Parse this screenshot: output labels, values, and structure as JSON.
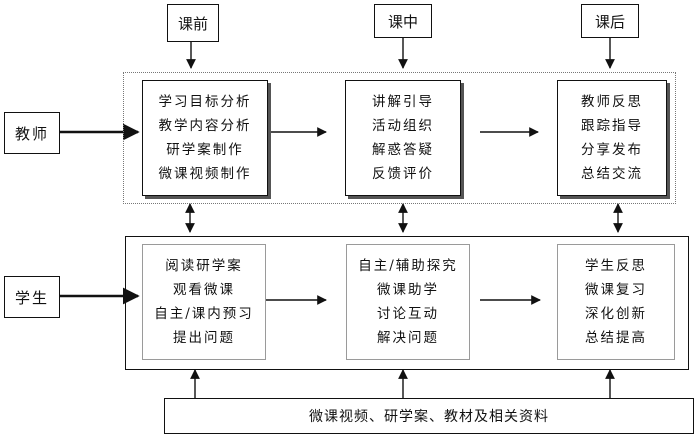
{
  "stages": [
    "课前",
    "课中",
    "课后"
  ],
  "roles": {
    "teacher": "教师",
    "student": "学生"
  },
  "teacher_boxes": [
    {
      "lines": [
        "学习目标分析",
        "教学内容分析",
        "研学案制作",
        "微课视频制作"
      ]
    },
    {
      "lines": [
        "讲解引导",
        "活动组织",
        "解惑答疑",
        "反馈评价"
      ]
    },
    {
      "lines": [
        "教师反思",
        "跟踪指导",
        "分享发布",
        "总结交流"
      ]
    }
  ],
  "student_boxes": [
    {
      "lines": [
        "阅读研学案",
        "观看微课",
        "自主/课内预习",
        "提出问题"
      ]
    },
    {
      "lines": [
        "自主/辅助探究",
        "微课助学",
        "讨论互动",
        "解决问题"
      ]
    },
    {
      "lines": [
        "学生反思",
        "微课复习",
        "深化创新",
        "总结提高"
      ]
    }
  ],
  "resources": "微课视频、研学案、教材及相关资料"
}
